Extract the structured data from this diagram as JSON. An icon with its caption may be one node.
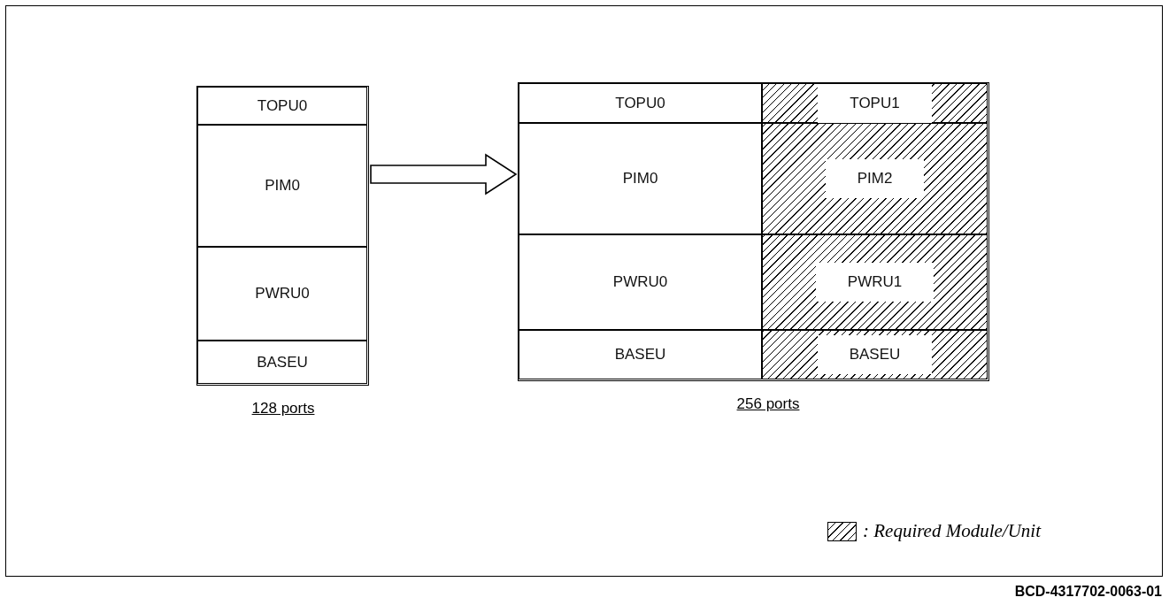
{
  "diagram": {
    "nodes": [
      {
        "text": [],
        "shape": "box",
        "beside": [
          "128 ports"
        ]
      },
      {
        "text": [
          "TOPU0"
        ],
        "in": 0
      },
      {
        "text": [
          "PIM0"
        ],
        "in": 0
      },
      {
        "text": [
          "PWRU0"
        ],
        "in": 0
      },
      {
        "text": [
          "BASEU"
        ],
        "in": 0
      },
      {
        "text": [],
        "shape": "box",
        "beside": [
          "256 ports"
        ]
      },
      {
        "text": [
          "TOPU0"
        ],
        "in": 5
      },
      {
        "text": [
          "TOPU1"
        ],
        "in": 5
      },
      {
        "text": [
          "PIM0"
        ],
        "in": 5
      },
      {
        "text": [
          "PIM2"
        ],
        "in": 5
      },
      {
        "text": [
          "PWRU0"
        ],
        "in": 5
      },
      {
        "text": [
          "PWRU1"
        ],
        "in": 5
      },
      {
        "text": [
          "BASEU"
        ],
        "in": 5
      },
      {
        "text": [
          "BASEU"
        ],
        "in": 5
      }
    ],
    "edges": [
      {
        "from": 0,
        "to": 5,
        "arrow": "to"
      }
    ],
    "labels": [
      "BCD-4317702-0063-01"
    ],
    "legend": [
      {
        "text": ": Required Module/Unit"
      }
    ]
  }
}
